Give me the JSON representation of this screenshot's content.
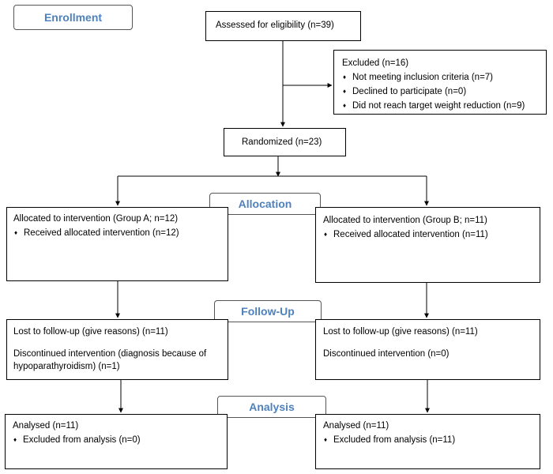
{
  "stages": {
    "enrollment": "Enrollment",
    "allocation": "Allocation",
    "follow_up": "Follow-Up",
    "analysis": "Analysis"
  },
  "assessed": "Assessed for eligibility (n=39)",
  "excluded": {
    "title": "Excluded  (n=16)",
    "items": [
      "Not meeting inclusion criteria (n=7)",
      "Declined to participate (n=0)",
      "Did not reach target weight reduction (n=9)"
    ]
  },
  "randomized": "Randomized (n=23)",
  "group_a": {
    "allocation": {
      "title": "Allocated to intervention (Group A; n=12)",
      "items": [
        "Received allocated intervention (n=12)"
      ]
    },
    "follow_up": {
      "lost": "Lost to follow-up (give reasons) (n=11)",
      "discontinued": "Discontinued intervention (diagnosis because of hypoparathyroidism) (n=1)"
    },
    "analysis": {
      "title": "Analysed  (n=11)",
      "items": [
        "Excluded from analysis (n=0)"
      ]
    }
  },
  "group_b": {
    "allocation": {
      "title": "Allocated to intervention (Group B; n=11)",
      "items": [
        "Received allocated intervention (n=11)"
      ]
    },
    "follow_up": {
      "lost": "Lost to follow-up (give reasons) (n=11)",
      "discontinued": "Discontinued intervention (n=0)"
    },
    "analysis": {
      "title": "Analysed  (n=11)",
      "items": [
        "Excluded from analysis (n=11)"
      ]
    }
  }
}
